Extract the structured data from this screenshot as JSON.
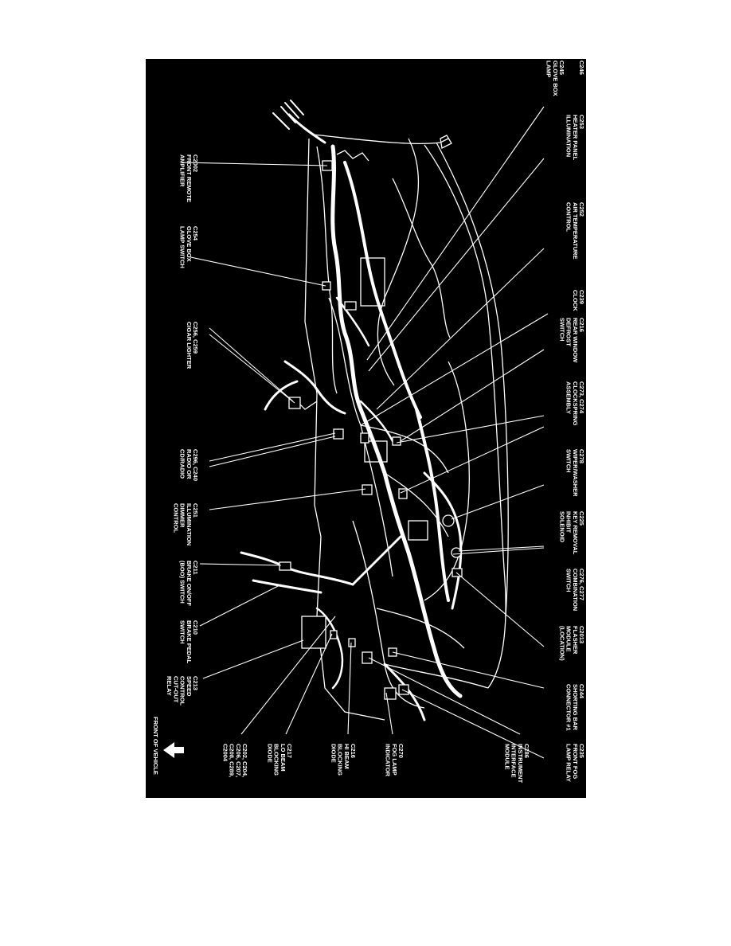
{
  "diagram": {
    "front_of_vehicle": "FRONT OF VEHICLE",
    "colors": {
      "background": "#000000",
      "ink": "#ffffff",
      "page": "#ffffff"
    },
    "icons": {
      "front_arrow": "front-arrow-icon"
    },
    "labels": [
      {
        "id": "c246",
        "lines": [
          "C246"
        ]
      },
      {
        "id": "c245",
        "lines": [
          "C245",
          "GLOVE BOX",
          "LAMP"
        ]
      },
      {
        "id": "c253",
        "lines": [
          "C253",
          "HEATER PANEL",
          "ILLUMINATION"
        ]
      },
      {
        "id": "c2002",
        "lines": [
          "C2002",
          "FRONT REMOTE",
          "AMPLIFIER"
        ]
      },
      {
        "id": "c252",
        "lines": [
          "C252",
          "AIR TEMPERATURE",
          "CONTROL"
        ]
      },
      {
        "id": "c254",
        "lines": [
          "C254",
          "GLOVE BOX",
          "LAMP SWITCH"
        ]
      },
      {
        "id": "c239",
        "lines": [
          "C239",
          "CLOCK"
        ]
      },
      {
        "id": "c216",
        "lines": [
          "C216",
          "REAR WINDOW",
          "DEFROST",
          "SWITCH"
        ]
      },
      {
        "id": "c256",
        "lines": [
          "C256, C259",
          "CIGAR LIGHTER"
        ]
      },
      {
        "id": "c273",
        "lines": [
          "C273, C274",
          "CLOCKSPRING",
          "ASSEMBLY"
        ]
      },
      {
        "id": "c278",
        "lines": [
          "C278",
          "WIPER/WASHER",
          "SWITCH"
        ]
      },
      {
        "id": "c296",
        "lines": [
          "C296, C240",
          "RADIO OR",
          "CD/RADIO"
        ]
      },
      {
        "id": "c225",
        "lines": [
          "C225",
          "KEY REMOVAL",
          "INHIBIT",
          "SOLENOID"
        ]
      },
      {
        "id": "c251",
        "lines": [
          "C251",
          "ILLUMINATION",
          "DIMMER",
          "CONTROL"
        ]
      },
      {
        "id": "c276",
        "lines": [
          "C276, C277",
          "COMBINATION",
          "SWITCH"
        ]
      },
      {
        "id": "c211",
        "lines": [
          "C211",
          "BRAKE ON/OFF",
          "(BOO) SWITCH"
        ]
      },
      {
        "id": "c2013",
        "lines": [
          "C2013",
          "FLASHER",
          "MODULE",
          "(LOCATION)"
        ]
      },
      {
        "id": "c210",
        "lines": [
          "C210",
          "BRAKE PEDAL",
          "SWITCH"
        ]
      },
      {
        "id": "c244",
        "lines": [
          "C244",
          "SHORTING BAR",
          "CONNECTOR #1"
        ]
      },
      {
        "id": "c213",
        "lines": [
          "C213",
          "SPEED",
          "CONTROL",
          "CUT-OUT",
          "RELAY"
        ]
      },
      {
        "id": "c286",
        "lines": [
          "C286",
          "INSTRUMENT",
          "INTERFACE",
          "MODULE"
        ]
      },
      {
        "id": "c270",
        "lines": [
          "C270",
          "FOG LAMP",
          "INDICATOR"
        ]
      },
      {
        "id": "c216b",
        "lines": [
          "C216",
          "HI BEAM",
          "BLOCKING",
          "DIODE"
        ]
      },
      {
        "id": "c217",
        "lines": [
          "C217",
          "LO BEAM",
          "BLOCKING",
          "DIODE"
        ]
      },
      {
        "id": "c202",
        "lines": [
          "C202, C204,",
          "C206, C207,",
          "C208, C289,",
          "C2004"
        ]
      },
      {
        "id": "c235",
        "lines": [
          "C235",
          "FRONT FOG",
          "LAMP RELAY"
        ]
      }
    ]
  }
}
